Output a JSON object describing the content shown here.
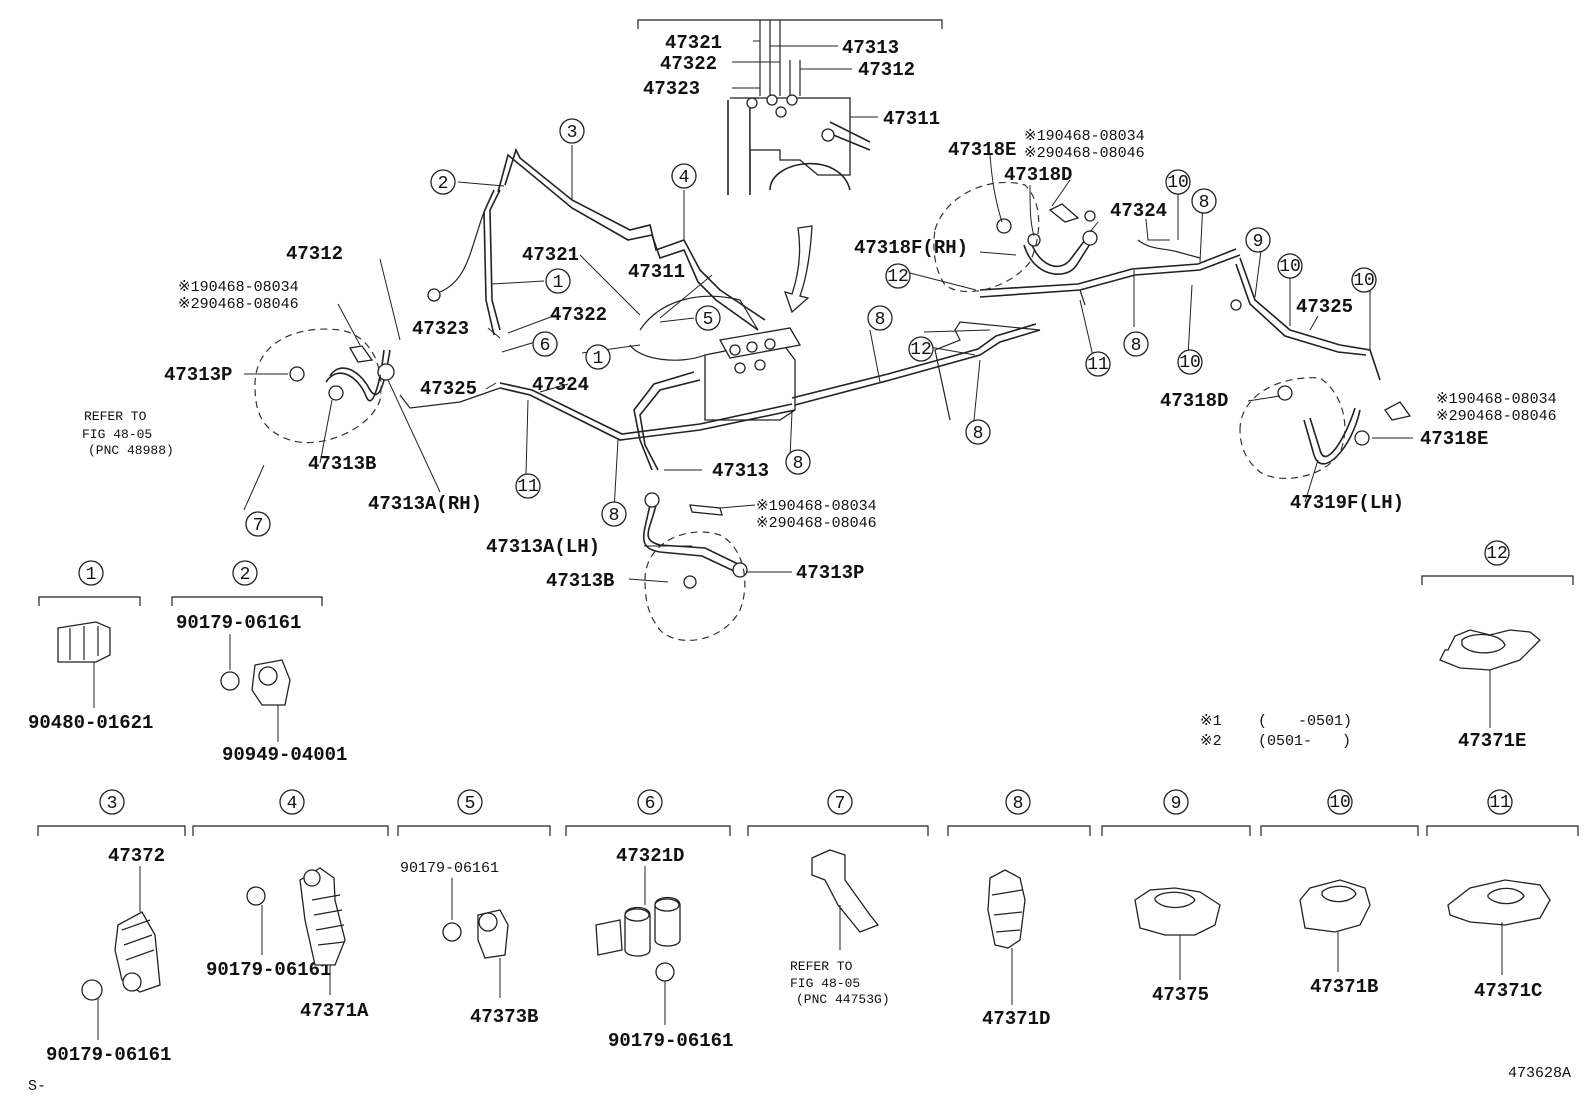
{
  "top_group": {
    "labels": [
      "47321",
      "47313",
      "47322",
      "47312",
      "47323",
      "47311"
    ]
  },
  "main": {
    "l47312_left": "47312",
    "note_left_1": "※190468-08034",
    "note_left_2": "※290468-08046",
    "l47313p_left": "47313P",
    "refer_left_1": "REFER TO",
    "refer_left_2": "FIG 48-05",
    "refer_left_3": "(PNC 48988)",
    "l47313b_left": "47313B",
    "l47313a_rh": "47313A(RH)",
    "l47323": "47323",
    "l47321": "47321",
    "l47311_mid": "47311",
    "l47322": "47322",
    "l47325_left": "47325",
    "l47324_left": "47324",
    "l47313_mid": "47313",
    "note_mid_1": "※190468-08034",
    "note_mid_2": "※290468-08046",
    "l47313a_lh": "47313A(LH)",
    "l47313b_mid": "47313B",
    "l47313p_mid": "47313P",
    "note_right_top_1": "※190468-08034",
    "note_right_top_2": "※290468-08046",
    "l47318e_top": "47318E",
    "l47318d_top": "47318D",
    "l47318f_rh": "47318F(RH)",
    "l47324_right": "47324",
    "l47325_right": "47325",
    "l47318d_right": "47318D",
    "note_right_1": "※190468-08034",
    "note_right_2": "※290468-08046",
    "l47318e_right": "47318E",
    "l47319f_lh": "47319F(LH)"
  },
  "legend": {
    "line1_mark": "※1",
    "line1_paren_open": "(",
    "line1_range": "-0501)",
    "line2_mark": "※2",
    "line2_range": "(0501-",
    "line2_paren_close": ")"
  },
  "circles": {
    "c1": "1",
    "c2": "2",
    "c3": "3",
    "c4": "4",
    "c5": "5",
    "c6": "6",
    "c7": "7",
    "c8": "8",
    "c9": "9",
    "c10": "10",
    "c11": "11",
    "c12": "12"
  },
  "details": {
    "d1_part": "90480-01621",
    "d2_part_a": "90179-06161",
    "d2_part_b": "90949-04001",
    "d3_part_a": "47372",
    "d3_part_b": "90179-06161",
    "d4_part_a": "90179-06161",
    "d4_part_b": "47371A",
    "d5_part_a": "90179-06161",
    "d5_part_b": "47373B",
    "d6_part_a": "47321D",
    "d6_part_b": "90179-06161",
    "d7_refer_1": "REFER TO",
    "d7_refer_2": "FIG 48-05",
    "d7_refer_3": "(PNC 44753G)",
    "d8_part": "47371D",
    "d9_part": "47375",
    "d10_part": "47371B",
    "d11_part": "47371C",
    "d12_part": "47371E"
  },
  "footer": {
    "left_mark": "S-",
    "drawing_no": "473628A"
  }
}
